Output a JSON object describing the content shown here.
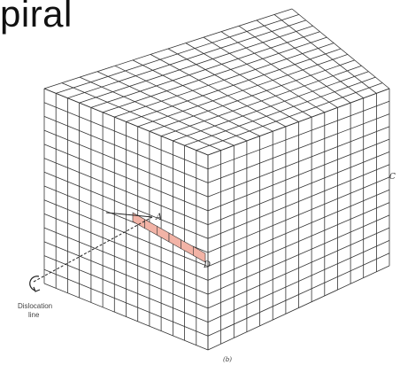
{
  "title": "piral",
  "labels": {
    "a": "A",
    "c": "C",
    "d": "D",
    "dislocation_line_1": "Dislocation",
    "dislocation_line_2": "line",
    "figure": "(b)"
  },
  "colors": {
    "grid_line": "#333333",
    "slip_highlight": "#f2b3a6",
    "background": "#ffffff"
  }
}
